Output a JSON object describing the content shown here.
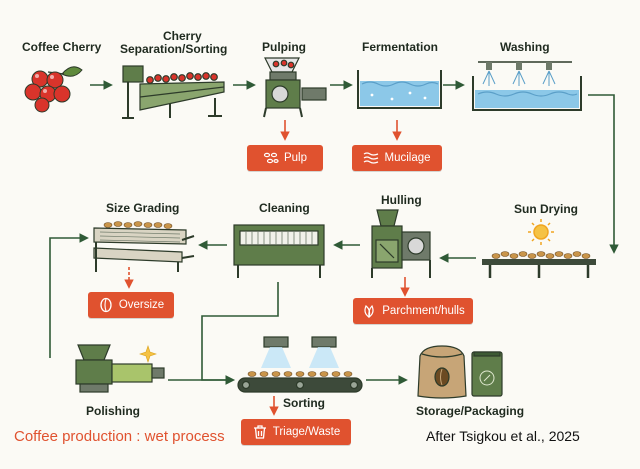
{
  "stages": {
    "coffee_cherry": "Coffee Cherry",
    "separation_line1": "Cherry",
    "separation_line2": "Separation/Sorting",
    "pulping": "Pulping",
    "fermentation": "Fermentation",
    "washing": "Washing",
    "sun_drying": "Sun Drying",
    "hulling": "Hulling",
    "cleaning": "Cleaning",
    "size_grading": "Size Grading",
    "polishing": "Polishing",
    "sorting": "Sorting",
    "storage": "Storage/Packaging"
  },
  "byproducts": {
    "pulp": "Pulp",
    "mucilage": "Mucilage",
    "parchment": "Parchment/hulls",
    "oversize": "Oversize",
    "triage": "Triage/Waste"
  },
  "title": "Coffee production : wet process",
  "credit": "After Tsigkou et al., 2025",
  "colors": {
    "machine_green": "#5f7d4a",
    "badge_orange": "#e0522f",
    "arrow_green": "#2f5a36",
    "cherry_red": "#d9342b",
    "water_blue": "#8cc8e8",
    "bean_tan": "#c9954a"
  }
}
